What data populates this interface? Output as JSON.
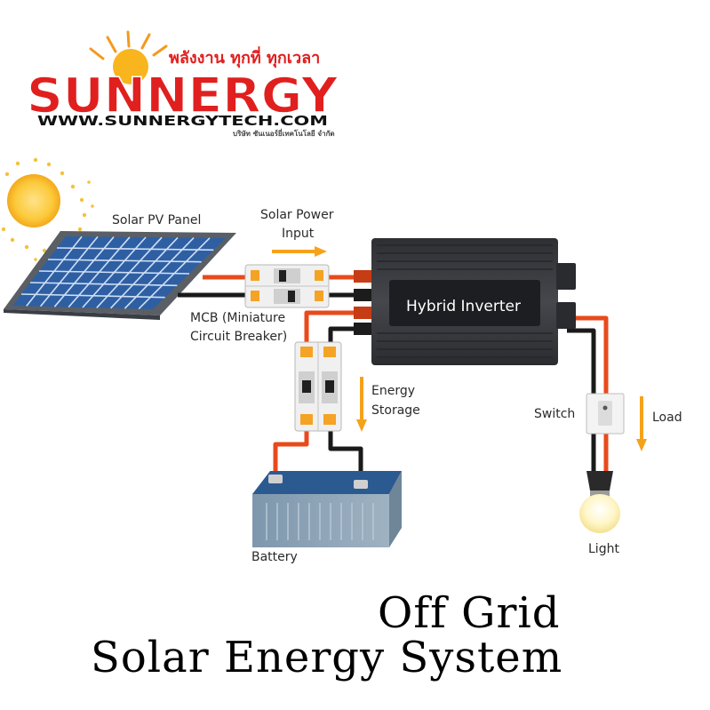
{
  "brand": {
    "name": "SUNNERGY",
    "tagline_thai": "พลังงาน ทุกที่ ทุกเวลา",
    "website": "WWW.SUNNERGYTECH.COM",
    "company_thai": "บริษัท ซันเนอร์ยี่เทคโนโลยี จำกัด"
  },
  "labels": {
    "solar_panel": "Solar PV Panel",
    "solar_power_input_1": "Solar Power",
    "solar_power_input_2": "Input",
    "mcb_1": "MCB (Miniature",
    "mcb_2": "Circuit Breaker)",
    "inverter": "Hybrid Inverter",
    "energy_storage_1": "Energy",
    "energy_storage_2": "Storage",
    "switch": "Switch",
    "load": "Load",
    "battery": "Battery",
    "light": "Light"
  },
  "title": {
    "line1": "Off Grid",
    "line2": "Solar Energy System"
  },
  "colors": {
    "brand_red": "#e0201f",
    "arrow_orange": "#f5a21b",
    "wire_red": "#e84a1c",
    "wire_black": "#1a1a1a",
    "inverter_body": "#3a3b3f",
    "panel_blue": "#2f5fa3",
    "battery_body": "#8aa0b4"
  }
}
